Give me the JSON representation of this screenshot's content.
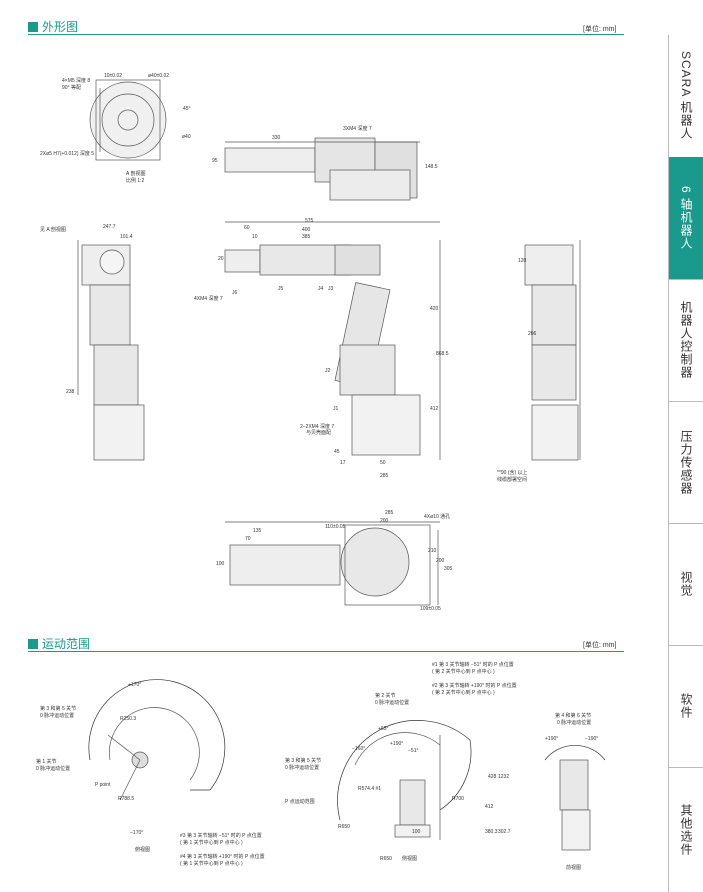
{
  "section1": {
    "title": "外形图",
    "unit": "[单位: mm]"
  },
  "section2": {
    "title": "运动范围",
    "unit": "[单位: mm]"
  },
  "sidebar": {
    "tabs": [
      {
        "label": "SCARA 机器人",
        "active": false
      },
      {
        "label": "6 轴机器人",
        "active": true
      },
      {
        "label": "机器人控制器",
        "active": false
      },
      {
        "label": "压力传感器",
        "active": false
      },
      {
        "label": "视觉",
        "active": false
      },
      {
        "label": "软件",
        "active": false
      },
      {
        "label": "其他选件",
        "active": false
      }
    ]
  },
  "outline": {
    "flange": {
      "d1": "10±0.02",
      "d2": "ø40±0.02",
      "holes": "4×M5 深度 8",
      "pcd": "90° 等配",
      "pin": "2Xø5 H7(+0.012) 深度 5",
      "angle": "45°",
      "od": "ø40",
      "caption": "A 剖视图",
      "scale": "比例 1:2"
    },
    "top": {
      "d330": "330",
      "tap": "3XM4 深度 7",
      "d95": "95",
      "d148": "148.5"
    },
    "side": {
      "d575": "575",
      "d60": "60",
      "d400": "400",
      "d10": "10",
      "d385": "385",
      "d20": "20",
      "d420": "420",
      "d868": "868.5",
      "d412": "412",
      "d45": "45",
      "d17": "17",
      "d50": "50",
      "d285": "285",
      "J1": "J1",
      "J2": "J2",
      "J3": "J3",
      "J4": "J4",
      "J5": "J5",
      "J6": "J6",
      "tap4": "4XM4 深度 7",
      "base_tap": "2–2XM4 深度 7",
      "base_note": "与贝壳面配"
    },
    "front": {
      "d247": "247.7",
      "d101": "101.4",
      "d238": "238",
      "note": "见 A 剖视图"
    },
    "right": {
      "d120": "120",
      "d206": "206",
      "note1": "**90 (含) 以上",
      "note2": "线缆部署空间"
    },
    "bottom": {
      "d135": "135",
      "d70": "70",
      "d110": "110±0.05",
      "d200": "200",
      "d285": "285",
      "d100": "100",
      "d210": "210",
      "d305": "305",
      "d200v": "200",
      "d109": "109±0.05",
      "note": "4Xø10 通孔"
    }
  },
  "range": {
    "top_view": {
      "angle1": "+170°",
      "angle2": "−170°",
      "r1": "R250.3",
      "r2": "R788.5",
      "label1": "第 3 和第 5 关节",
      "label1b": "0 脉冲运动位置",
      "label2": "第 1 关节",
      "label2b": "0 脉冲运动位置",
      "ppoint": "P point",
      "caption": "俯视图"
    },
    "side_view": {
      "label_j2": "第 2 关节",
      "label_j2b": "0 脉冲运动位置",
      "label_j35": "第 3 和第 5 关节",
      "label_j35b": "0 脉冲运动位置",
      "note1": "#1 第 3 关节轴转 −51° 时的 P 点位置",
      "note1b": "( 第 2 关节中心到 P 点中心 )",
      "note2": "#2 第 3 关节轴转 +190° 时的 P 点位置",
      "note2b": "( 第 2 关节中心到 P 点中心 )",
      "note3": "#3 第 3 关节轴转 −51° 时的 P 点位置",
      "note3b": "( 第 1 关节中心到 P 点中心 )",
      "note4": "#4 第 3 关节轴转 +190° 时的 P 点位置",
      "note4b": "( 第 1 关节中心到 P 点中心 )",
      "area": "P 点运动范围",
      "a1": "+65°",
      "a2": "−160°",
      "a3": "+190°",
      "a4": "−51°",
      "r1": "R574.4 #1",
      "r2": "R700",
      "r3": "R650",
      "r4": "R650",
      "d428": "428",
      "d1232": "1232",
      "d412": "412",
      "d380": "380.3",
      "d302": "302.7",
      "d100": "100",
      "caption": "侧视图"
    },
    "front_view": {
      "label": "第 4 和第 6 关节",
      "labelb": "0 脉冲运动位置",
      "a1": "+190°",
      "a2": "−190°",
      "caption": "前视图"
    }
  }
}
